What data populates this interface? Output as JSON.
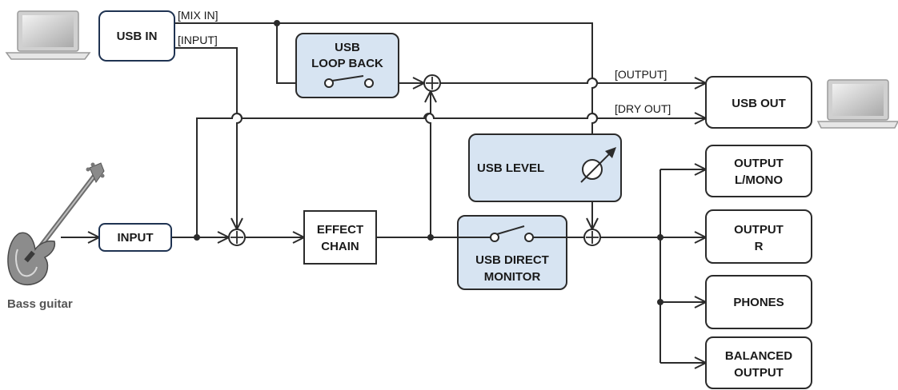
{
  "blocks": {
    "usb_in": "USB IN",
    "input": "INPUT",
    "usb_loop_back_1": "USB",
    "usb_loop_back_2": "LOOP BACK",
    "effect_chain_1": "EFFECT",
    "effect_chain_2": "CHAIN",
    "usb_level": "USB LEVEL",
    "usb_direct_monitor_1": "USB DIRECT",
    "usb_direct_monitor_2": "MONITOR",
    "usb_out": "USB OUT",
    "output_lmono_1": "OUTPUT",
    "output_lmono_2": "L/MONO",
    "output_r_1": "OUTPUT",
    "output_r_2": "R",
    "phones": "PHONES",
    "balanced_output_1": "BALANCED",
    "balanced_output_2": "OUTPUT"
  },
  "signals": {
    "mix_in": "[MIX IN]",
    "input": "[INPUT]",
    "output": "[OUTPUT]",
    "dry_out": "[DRY OUT]"
  },
  "captions": {
    "bass_guitar": "Bass guitar"
  },
  "icons": [
    "laptop-icon",
    "bass-guitar-icon",
    "switch-icon",
    "summing-junction-icon",
    "level-knob-icon"
  ],
  "colors": {
    "effect_block_fill": "#d7e4f2",
    "line": "#2b2b2b"
  }
}
